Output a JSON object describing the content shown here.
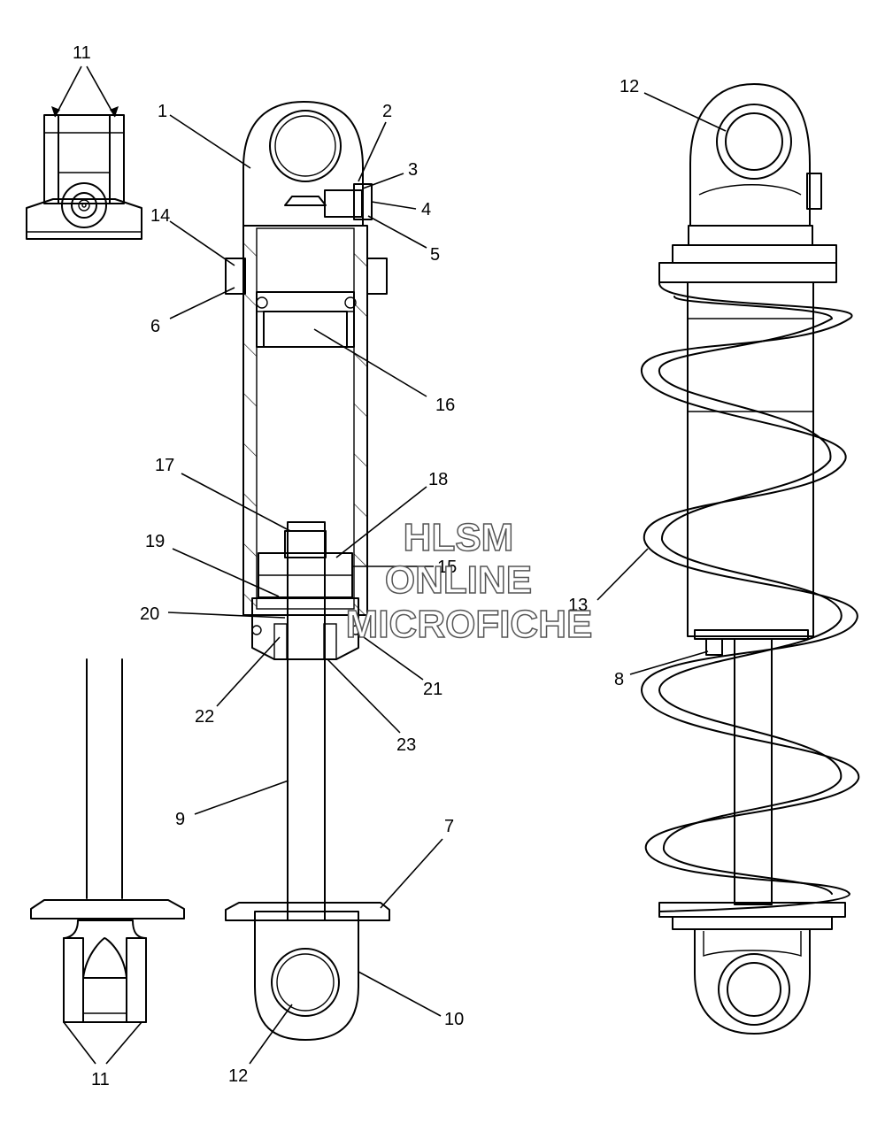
{
  "callouts": [
    {
      "id": "c1",
      "label": "1"
    },
    {
      "id": "c2",
      "label": "2"
    },
    {
      "id": "c3",
      "label": "3"
    },
    {
      "id": "c4",
      "label": "4"
    },
    {
      "id": "c5",
      "label": "5"
    },
    {
      "id": "c6",
      "label": "6"
    },
    {
      "id": "c7",
      "label": "7"
    },
    {
      "id": "c8",
      "label": "8"
    },
    {
      "id": "c9",
      "label": "9"
    },
    {
      "id": "c10",
      "label": "10"
    },
    {
      "id": "c11a",
      "label": "11"
    },
    {
      "id": "c11b",
      "label": "11"
    },
    {
      "id": "c12a",
      "label": "12"
    },
    {
      "id": "c12b",
      "label": "12"
    },
    {
      "id": "c13",
      "label": "13"
    },
    {
      "id": "c14",
      "label": "14"
    },
    {
      "id": "c15",
      "label": "15"
    },
    {
      "id": "c16",
      "label": "16"
    },
    {
      "id": "c17",
      "label": "17"
    },
    {
      "id": "c18",
      "label": "18"
    },
    {
      "id": "c19",
      "label": "19"
    },
    {
      "id": "c20",
      "label": "20"
    },
    {
      "id": "c21",
      "label": "21"
    },
    {
      "id": "c22",
      "label": "22"
    },
    {
      "id": "c23",
      "label": "23"
    }
  ],
  "watermark": {
    "line1": "HLSM",
    "line2": "ONLINE",
    "line3": "MICROFICHE"
  }
}
